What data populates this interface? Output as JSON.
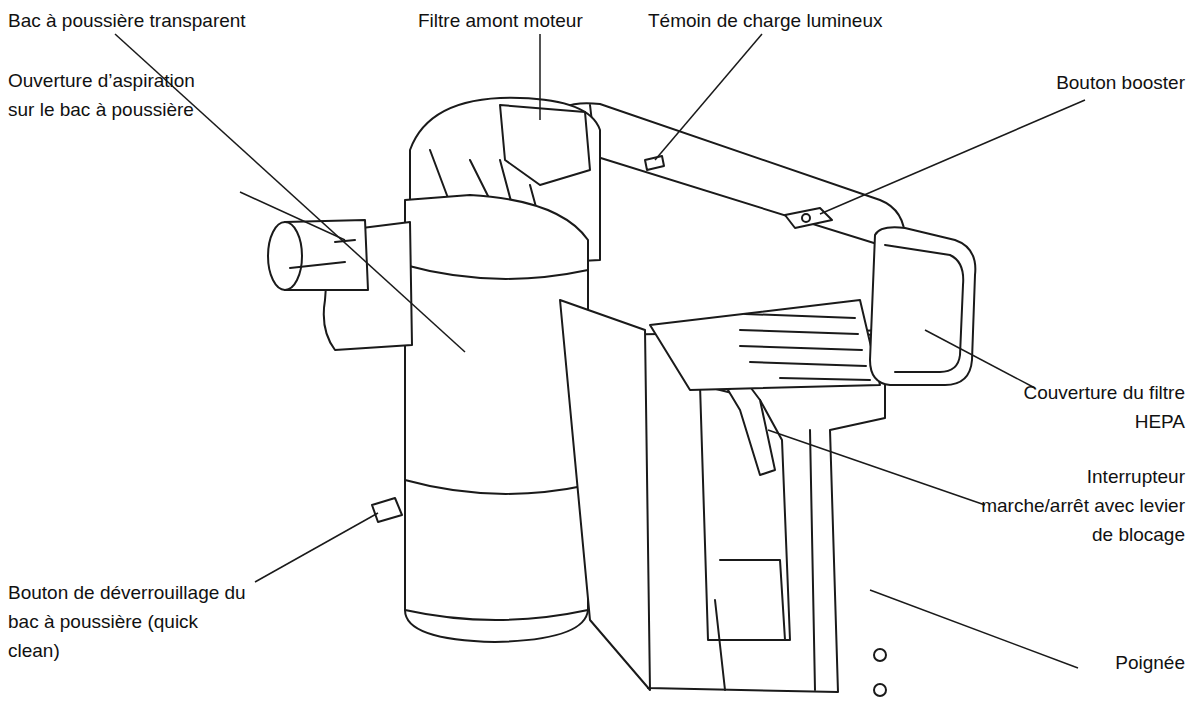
{
  "diagram": {
    "labels": [
      "Bac à poussière transparent",
      "Filtre amont moteur",
      "Témoin de charge lumineux",
      "Bouton booster",
      "Ouverture d’aspiration sur le bac à poussière",
      "Couverture du filtre HEPA",
      "Bouton de déverrouillage du bac à poussière (quick clean)",
      "Interrupteur marche/arrêt avec levier de blocage",
      "Poignée"
    ]
  }
}
